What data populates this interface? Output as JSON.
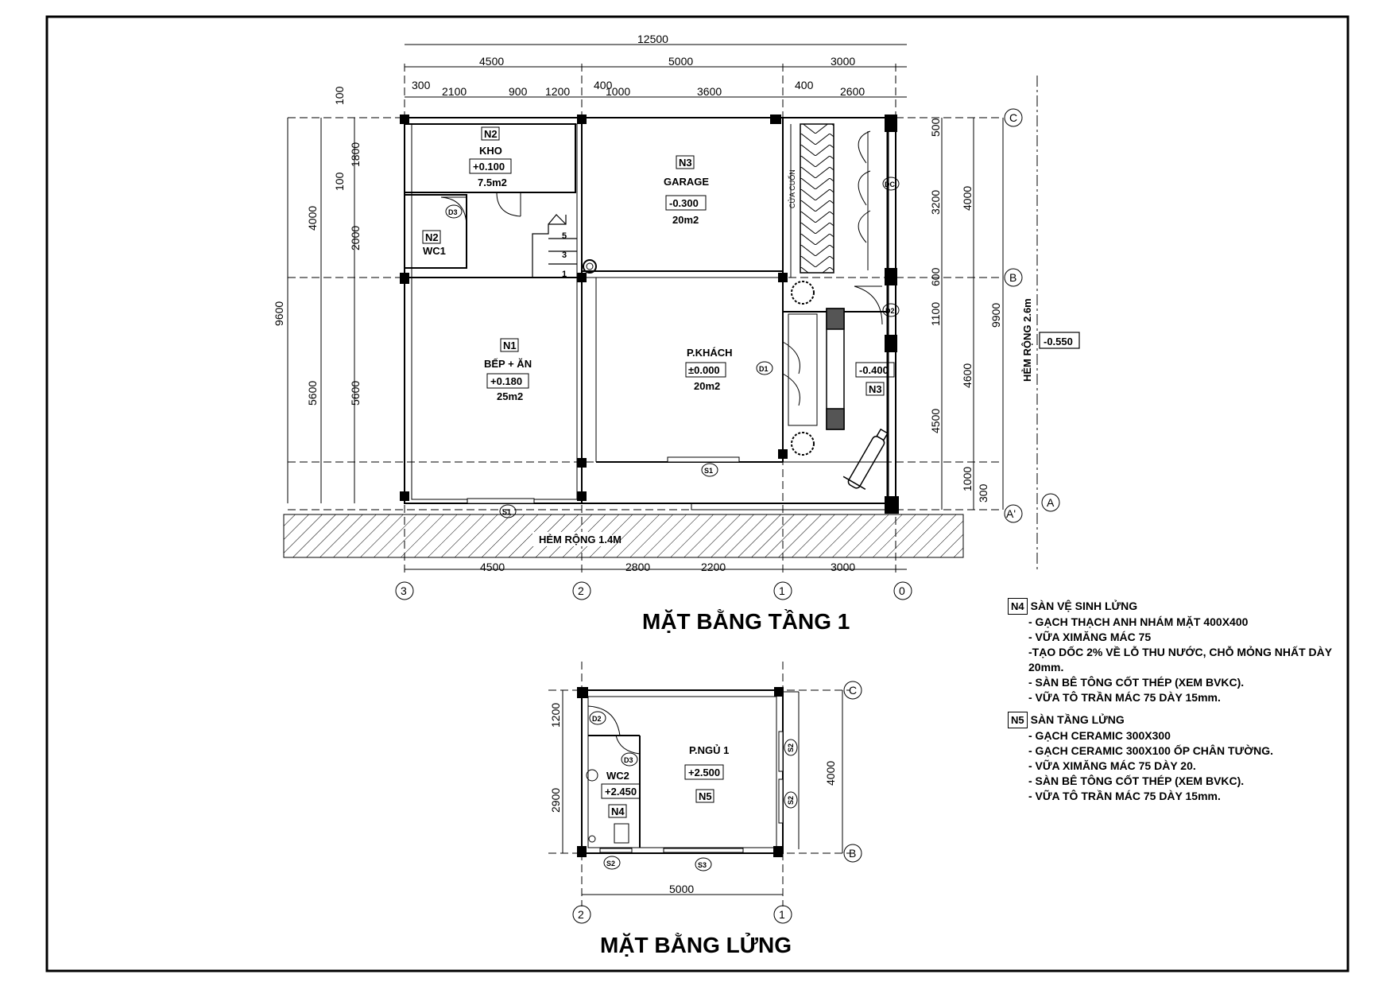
{
  "titles": {
    "ground": "MẶT BẰNG TẦNG 1",
    "mezz": "MẶT BẰNG LỬNG"
  },
  "dims": {
    "top_total": "12500",
    "top_a": "4500",
    "top_b": "5000",
    "top_c": "3000",
    "top_d1": "300",
    "top_d2": "2100",
    "top_d3": "900",
    "top_d4": "1200",
    "top_d5": "400",
    "top_d6": "1000",
    "top_d7": "3600",
    "top_d8": "400",
    "top_d9": "2600",
    "left_total": "9600",
    "left_a": "4000",
    "left_b": "5600",
    "left_c1": "100",
    "left_c2": "1800",
    "left_c3": "100",
    "left_c4": "2000",
    "left_c5": "5600",
    "right_total": "9900",
    "right_a": "4000",
    "right_b": "4600",
    "right_c": "1000",
    "right_d": "300",
    "right_e1": "500",
    "right_e2": "3200",
    "right_e3": "600",
    "right_e4": "1100",
    "right_e5": "4500",
    "bot_a": "4500",
    "bot_b": "2800",
    "bot_c": "2200",
    "bot_d": "3000",
    "mz_top": "1200",
    "mz_mid": "2900",
    "mz_right": "4000",
    "mz_bot": "5000"
  },
  "axes": {
    "c": "C",
    "b": "B",
    "a": "A",
    "a2": "A'",
    "g3": "3",
    "g2": "2",
    "g1": "1",
    "g0": "0"
  },
  "rooms": {
    "kho": {
      "tag": "N2",
      "name": "KHO",
      "level": "+0.100",
      "area": "7.5m2"
    },
    "wc1": {
      "tag": "N2",
      "name": "WC1"
    },
    "garage": {
      "tag": "N3",
      "name": "GARAGE",
      "level": "-0.300",
      "area": "20m2"
    },
    "bep": {
      "tag": "N1",
      "name": "BẾP + ĂN",
      "level": "+0.180",
      "area": "25m2"
    },
    "khach": {
      "name": "P.KHÁCH",
      "level": "±0.000",
      "area": "20m2"
    },
    "san": {
      "level": "-0.400",
      "tag": "N3"
    },
    "ngu": {
      "name": "P.NGỦ 1",
      "level": "+2.500",
      "tag": "N5"
    },
    "wc2": {
      "name": "WC2",
      "level": "+2.450",
      "tag": "N4"
    }
  },
  "labels": {
    "hem_front": "HẺM RỘNG 1.4M",
    "hem_side": "HẺM RỘNG 2.6m",
    "side_level": "-0.550",
    "cua_cuon": "CỬA CUỐN",
    "dc": "DC",
    "d1": "D1",
    "d2": "D2",
    "d3": "D3",
    "s1": "S1",
    "s2": "S2",
    "s3": "S3",
    "step1": "1",
    "step3": "3",
    "step5": "5"
  },
  "notes": {
    "n4": {
      "tag": "N4",
      "title": "SÀN VỆ SINH LỬNG",
      "items": [
        "- GẠCH THẠCH ANH NHÁM MẶT 400X400",
        "- VỮA XIMĂNG MÁC 75",
        "-TẠO DỐC 2% VỀ LỖ THU NƯỚC, CHỖ MỎNG NHẤT DÀY 20mm.",
        "- SÀN BÊ TÔNG CỐT THÉP (XEM BVKC).",
        "- VỮA TÔ TRẦN MÁC 75 DÀY 15mm."
      ]
    },
    "n5": {
      "tag": "N5",
      "title": "SÀN TẦNG LỬNG",
      "items": [
        "- GẠCH CERAMIC 300X300",
        "- GẠCH CERAMIC 300X100 ỐP CHÂN TƯỜNG.",
        "- VỮA XIMĂNG MÁC 75 DÀY 20.",
        "- SÀN BÊ TÔNG CỐT THÉP (XEM BVKC).",
        "- VỮA TÔ TRẦN MÁC 75 DÀY 15mm."
      ]
    }
  }
}
